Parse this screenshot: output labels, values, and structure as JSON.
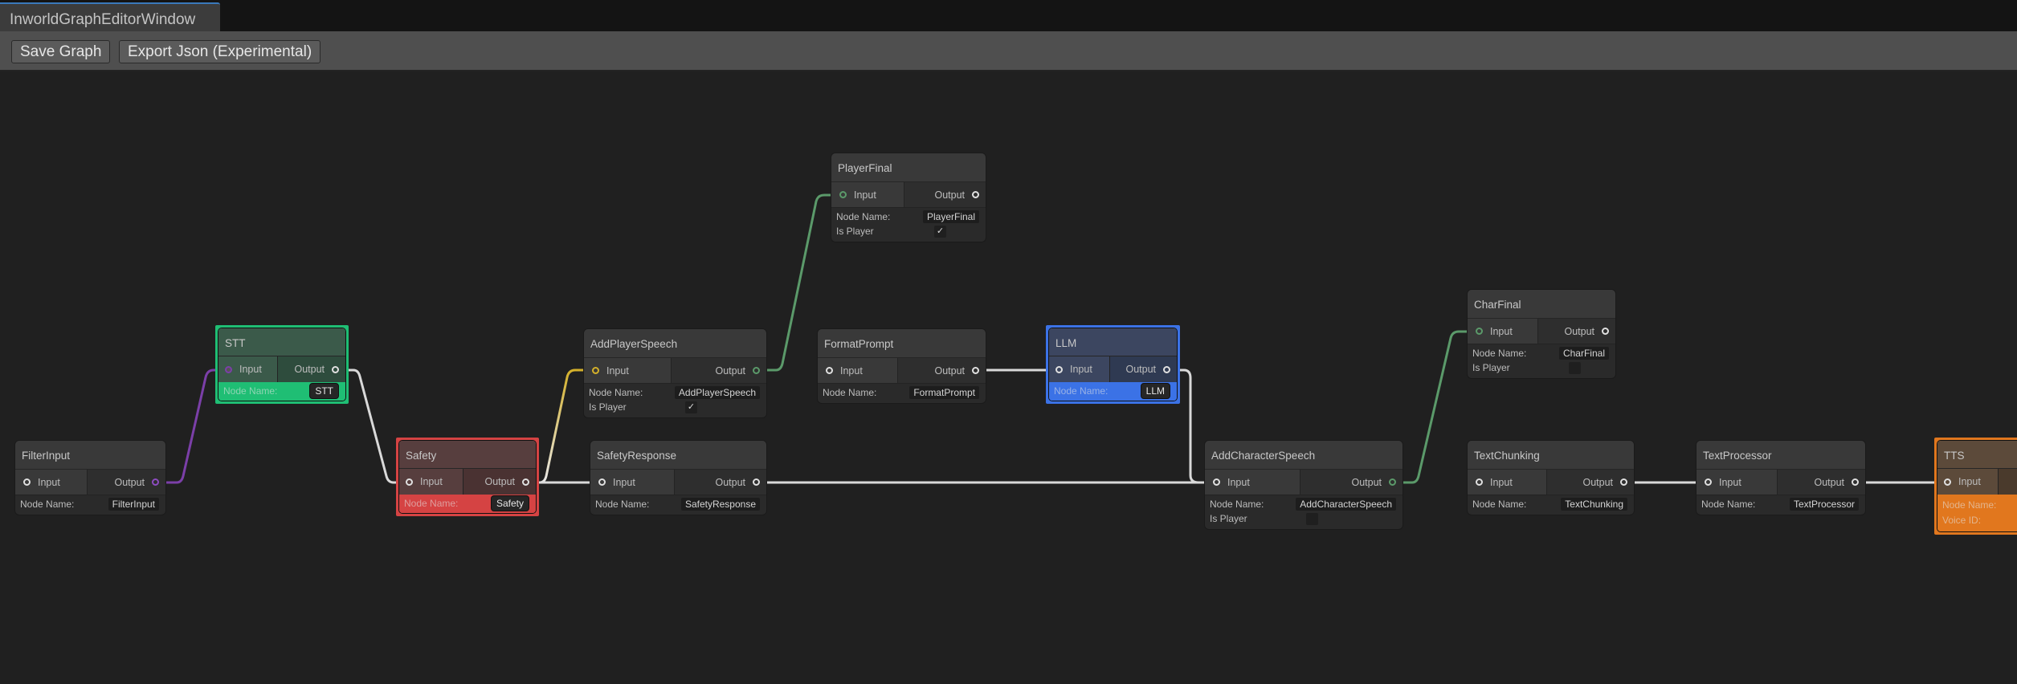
{
  "window": {
    "tab_title": "InworldGraphEditorWindow",
    "accent_color": "#3a79bb"
  },
  "toolbar": {
    "save_label": "Save Graph",
    "export_label": "Export Json (Experimental)"
  },
  "labels": {
    "input": "Input",
    "output": "Output",
    "node_name": "Node Name:",
    "is_player": "Is Player",
    "voice_id": "Voice ID:"
  },
  "colors": {
    "canvas_bg": "#202020",
    "stt_accent": "#1fbe74",
    "safety_accent": "#d54343",
    "llm_accent": "#3b72e6",
    "tts_accent": "#e1771e",
    "edge_default": "#d9d9d9",
    "edge_purple": "#7b3fa8",
    "edge_yellow": "#d4b02a",
    "edge_green": "#5b9a6a"
  },
  "nodes": {
    "filter_input": {
      "title": "FilterInput",
      "node_name": "FilterInput"
    },
    "stt": {
      "title": "STT",
      "node_name": "STT"
    },
    "safety": {
      "title": "Safety",
      "node_name": "Safety"
    },
    "add_player_speech": {
      "title": "AddPlayerSpeech",
      "node_name": "AddPlayerSpeech",
      "is_player": true
    },
    "safety_response": {
      "title": "SafetyResponse",
      "node_name": "SafetyResponse"
    },
    "player_final": {
      "title": "PlayerFinal",
      "node_name": "PlayerFinal",
      "is_player": true
    },
    "format_prompt": {
      "title": "FormatPrompt",
      "node_name": "FormatPrompt"
    },
    "llm": {
      "title": "LLM",
      "node_name": "LLM"
    },
    "add_character_speech": {
      "title": "AddCharacterSpeech",
      "node_name": "AddCharacterSpeech",
      "is_player": false
    },
    "char_final": {
      "title": "CharFinal",
      "node_name": "CharFinal",
      "is_player": false
    },
    "text_chunking": {
      "title": "TextChunking",
      "node_name": "TextChunking"
    },
    "text_processor": {
      "title": "TextProcessor",
      "node_name": "TextProcessor"
    },
    "tts": {
      "title": "TTS",
      "node_name": "",
      "voice_id": ""
    }
  },
  "edges": [
    {
      "from": "FilterInput",
      "to": "STT",
      "color": "purple"
    },
    {
      "from": "FilterInput",
      "to": "Safety",
      "color": "purple-to-white"
    },
    {
      "from": "STT",
      "to": "Safety",
      "color": "white"
    },
    {
      "from": "Safety",
      "to": "AddPlayerSpeech",
      "color": "white-to-yellow"
    },
    {
      "from": "Safety",
      "to": "SafetyResponse",
      "color": "white"
    },
    {
      "from": "AddPlayerSpeech",
      "to": "PlayerFinal",
      "color": "green"
    },
    {
      "from": "AddPlayerSpeech",
      "to": "FormatPrompt",
      "color": "green-to-white"
    },
    {
      "from": "FormatPrompt",
      "to": "LLM",
      "color": "white"
    },
    {
      "from": "LLM",
      "to": "AddCharacterSpeech",
      "color": "white"
    },
    {
      "from": "SafetyResponse",
      "to": "AddCharacterSpeech",
      "color": "white"
    },
    {
      "from": "AddCharacterSpeech",
      "to": "CharFinal",
      "color": "green"
    },
    {
      "from": "AddCharacterSpeech",
      "to": "TextChunking",
      "color": "green-to-white"
    },
    {
      "from": "TextChunking",
      "to": "TextProcessor",
      "color": "white"
    },
    {
      "from": "TextProcessor",
      "to": "TTS",
      "color": "white"
    }
  ]
}
